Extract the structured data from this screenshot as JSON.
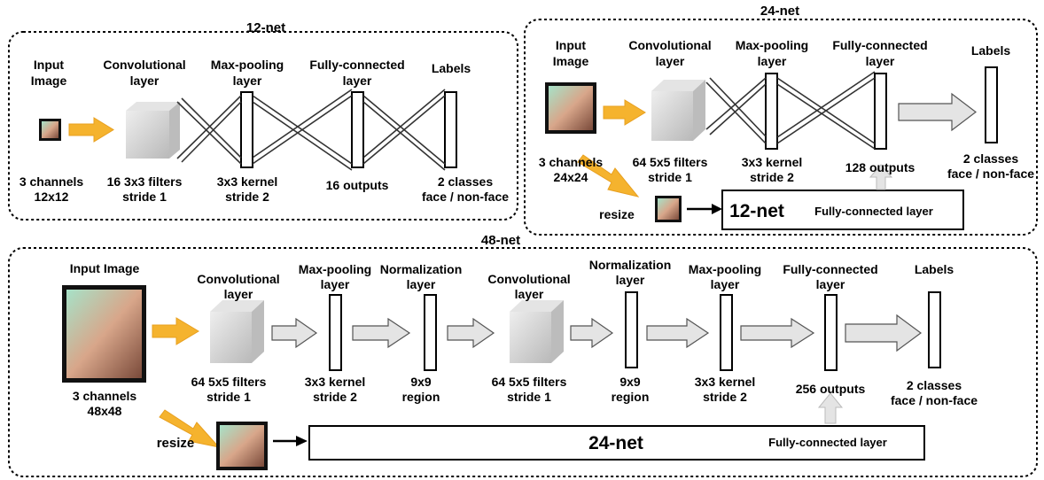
{
  "net12": {
    "title": "12-net",
    "input": {
      "title": [
        "Input",
        "Image"
      ],
      "caption": [
        "3 channels",
        "12x12"
      ]
    },
    "conv": {
      "title": [
        "Convolutional",
        "layer"
      ],
      "caption": [
        "16 3x3 filters",
        "stride 1"
      ]
    },
    "pool": {
      "title": [
        "Max-pooling",
        "layer"
      ],
      "caption": [
        "3x3 kernel",
        "stride 2"
      ]
    },
    "fc": {
      "title": [
        "Fully-connected",
        "layer"
      ],
      "caption": [
        "16 outputs"
      ]
    },
    "labels": {
      "title": [
        "Labels"
      ],
      "caption": [
        "2 classes",
        "face / non-face"
      ]
    }
  },
  "net24": {
    "title": "24-net",
    "input": {
      "title": [
        "Input",
        "Image"
      ],
      "caption": [
        "3 channels",
        "24x24"
      ]
    },
    "conv": {
      "title": [
        "Convolutional",
        "layer"
      ],
      "caption": [
        "64 5x5 filters",
        "stride 1"
      ]
    },
    "pool": {
      "title": [
        "Max-pooling",
        "layer"
      ],
      "caption": [
        "3x3 kernel",
        "stride 2"
      ]
    },
    "fc": {
      "title": [
        "Fully-connected",
        "layer"
      ],
      "caption": [
        "128 outputs"
      ]
    },
    "labels": {
      "title": [
        "Labels"
      ],
      "caption": [
        "2 classes",
        "face / non-face"
      ]
    },
    "resize_label": "resize",
    "subnet": {
      "name": "12-net",
      "label": "Fully-connected layer"
    }
  },
  "net48": {
    "title": "48-net",
    "input": {
      "title": [
        "Input Image"
      ],
      "caption": [
        "3 channels",
        "48x48"
      ]
    },
    "conv1": {
      "title": [
        "Convolutional",
        "layer"
      ],
      "caption": [
        "64 5x5 filters",
        "stride 1"
      ]
    },
    "pool1": {
      "title": [
        "Max-pooling",
        "layer"
      ],
      "caption": [
        "3x3 kernel",
        "stride 2"
      ]
    },
    "norm1": {
      "title": [
        "Normalization",
        "layer"
      ],
      "caption": [
        "9x9",
        "region"
      ]
    },
    "conv2": {
      "title": [
        "Convolutional",
        "layer"
      ],
      "caption": [
        "64 5x5 filters",
        "stride 1"
      ]
    },
    "norm2": {
      "title": [
        "Normalization",
        "layer"
      ],
      "caption": [
        "9x9",
        "region"
      ]
    },
    "pool2": {
      "title": [
        "Max-pooling",
        "layer"
      ],
      "caption": [
        "3x3 kernel",
        "stride 2"
      ]
    },
    "fc": {
      "title": [
        "Fully-connected",
        "layer"
      ],
      "caption": [
        "256 outputs"
      ]
    },
    "labels": {
      "title": [
        "Labels"
      ],
      "caption": [
        "2 classes",
        "face / non-face"
      ]
    },
    "resize_label": "resize",
    "subnet": {
      "name": "24-net",
      "label": "Fully-connected layer"
    }
  },
  "colors": {
    "arrow_orange": "#f5b32e",
    "arrow_gray": "#e4e4e4",
    "arrow_stroke": "#555555",
    "conv_block": "#d6d6d6",
    "face_skin": "#d9a98c",
    "face_bg": "#7fcfb3"
  }
}
